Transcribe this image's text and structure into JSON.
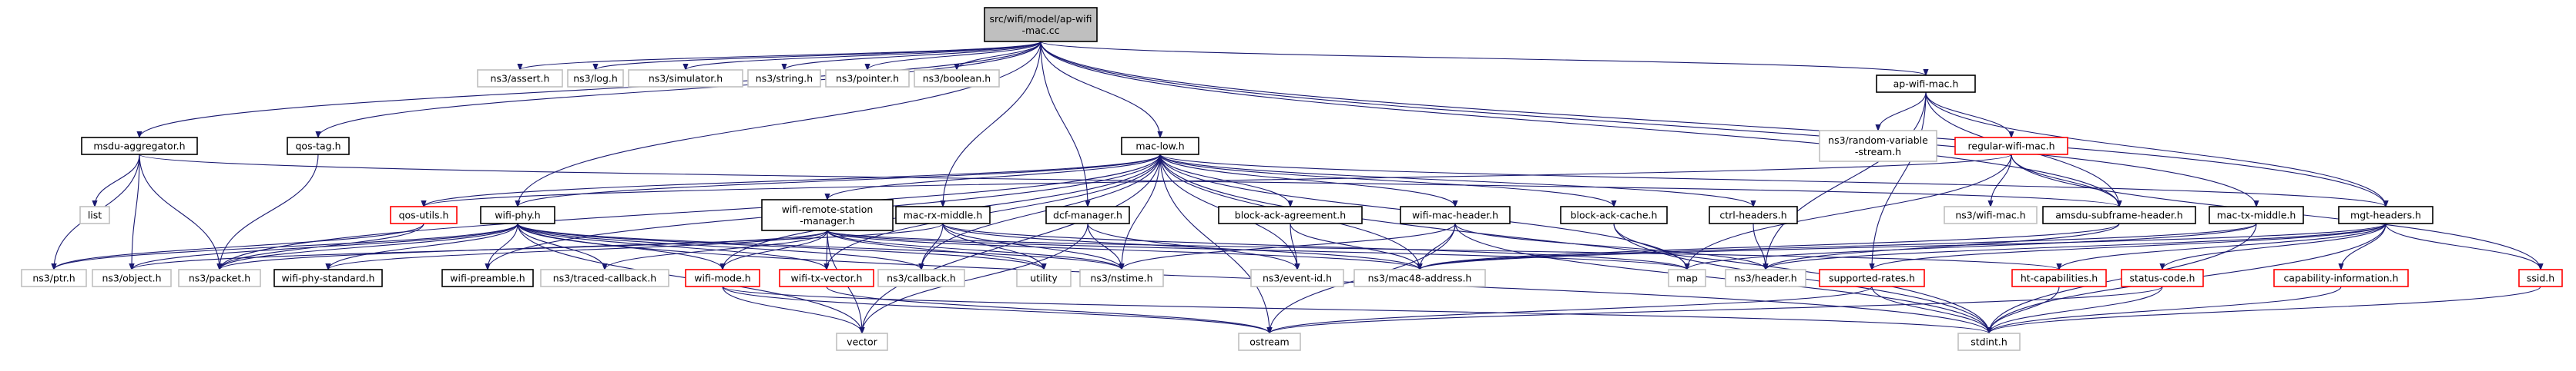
{
  "graph": {
    "root": [
      "src/wifi/model/ap-wifi",
      "-mac.cc"
    ],
    "nodes": {
      "root": [
        "src/wifi/model/ap-wifi",
        "-mac.cc"
      ],
      "assert": [
        "ns3/assert.h"
      ],
      "log": [
        "ns3/log.h"
      ],
      "simulator": [
        "ns3/simulator.h"
      ],
      "string": [
        "ns3/string.h"
      ],
      "pointer": [
        "ns3/pointer.h"
      ],
      "boolean": [
        "ns3/boolean.h"
      ],
      "ap_wifi_mac": [
        "ap-wifi-mac.h"
      ],
      "random_var": [
        "ns3/random-variable",
        "-stream.h"
      ],
      "regular_wifi_mac": [
        "regular-wifi-mac.h"
      ],
      "ns3_wifi_mac": [
        "ns3/wifi-mac.h"
      ],
      "amsdu_sub": [
        "amsdu-subframe-header.h"
      ],
      "mac_tx_middle": [
        "mac-tx-middle.h"
      ],
      "mgt_headers": [
        "mgt-headers.h"
      ],
      "msdu_agg": [
        "msdu-aggregator.h"
      ],
      "qos_tag": [
        "qos-tag.h"
      ],
      "mac_low": [
        "mac-low.h"
      ],
      "list": [
        "list"
      ],
      "qos_utils": [
        "qos-utils.h"
      ],
      "wifi_phy": [
        "wifi-phy.h"
      ],
      "wifi_remote": [
        "wifi-remote-station",
        "-manager.h"
      ],
      "mac_rx_middle": [
        "mac-rx-middle.h"
      ],
      "dcf_manager": [
        "dcf-manager.h"
      ],
      "block_ack_agr": [
        "block-ack-agreement.h"
      ],
      "wifi_mac_header": [
        "wifi-mac-header.h"
      ],
      "block_ack_cache": [
        "block-ack-cache.h"
      ],
      "ctrl_headers": [
        "ctrl-headers.h"
      ],
      "ns3_ptr": [
        "ns3/ptr.h"
      ],
      "ns3_object": [
        "ns3/object.h"
      ],
      "ns3_packet": [
        "ns3/packet.h"
      ],
      "wifi_phy_std": [
        "wifi-phy-standard.h"
      ],
      "wifi_preamble": [
        "wifi-preamble.h"
      ],
      "traced_cb": [
        "ns3/traced-callback.h"
      ],
      "wifi_mode": [
        "wifi-mode.h"
      ],
      "wifi_tx_vector": [
        "wifi-tx-vector.h"
      ],
      "ns3_callback": [
        "ns3/callback.h"
      ],
      "utility": [
        "utility"
      ],
      "nstime": [
        "ns3/nstime.h"
      ],
      "event_id": [
        "ns3/event-id.h"
      ],
      "mac48": [
        "ns3/mac48-address.h"
      ],
      "map": [
        "map"
      ],
      "ns3_header": [
        "ns3/header.h"
      ],
      "supported_rates": [
        "supported-rates.h"
      ],
      "ht_cap": [
        "ht-capabilities.h"
      ],
      "status_code": [
        "status-code.h"
      ],
      "cap_info": [
        "capability-information.h"
      ],
      "ssid": [
        "ssid.h"
      ],
      "vector": [
        "vector"
      ],
      "ostream": [
        "ostream"
      ],
      "stdint": [
        "stdint.h"
      ]
    },
    "colors": {
      "edge": "#191970",
      "root_fill": "#bfbfbf",
      "documented_border": "#000000",
      "undocumented_border": "#ff0000",
      "external_border": "#bfbfbf"
    }
  }
}
